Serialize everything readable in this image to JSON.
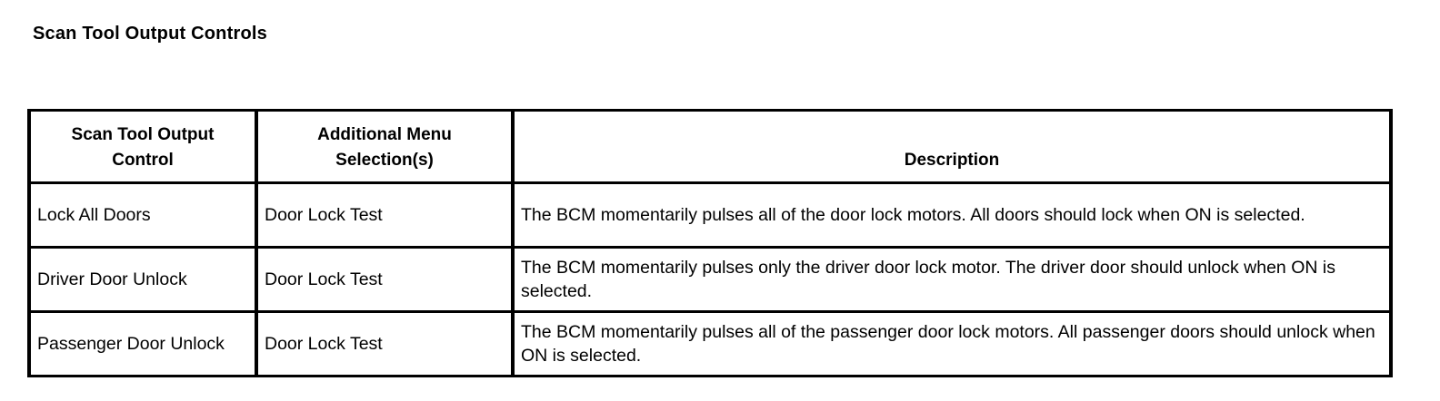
{
  "page": {
    "title": "Scan Tool Output Controls"
  },
  "table": {
    "headers": {
      "control": "Scan Tool Output\nControl",
      "menu": "Additional Menu\nSelection(s)",
      "description": "Description"
    },
    "rows": [
      {
        "control": "Lock All Doors",
        "menu": "Door Lock Test",
        "description": "The BCM momentarily pulses all of the door lock motors. All doors should lock when ON is selected."
      },
      {
        "control": "Driver Door Unlock",
        "menu": "Door Lock Test",
        "description": "The BCM momentarily pulses only the driver door lock motor. The driver door should unlock when ON is selected."
      },
      {
        "control": "Passenger Door Unlock",
        "menu": "Door Lock Test",
        "description": "The BCM momentarily pulses all of the passenger door lock motors. All passenger doors should unlock when ON is selected."
      }
    ]
  }
}
